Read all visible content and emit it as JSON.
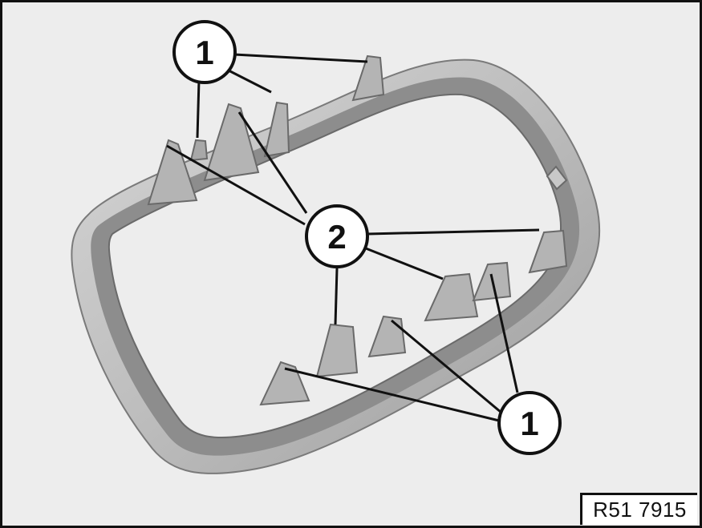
{
  "figure": {
    "reference_code": "R51 7915"
  },
  "callouts": {
    "top_1": "1",
    "middle_2": "2",
    "bottom_1": "1"
  },
  "colors": {
    "background": "#ededed",
    "frame_outer": "#c4c4c4",
    "frame_inner": "#8d8d8d",
    "clip": "#b4b4b4",
    "outline": "#111111"
  }
}
